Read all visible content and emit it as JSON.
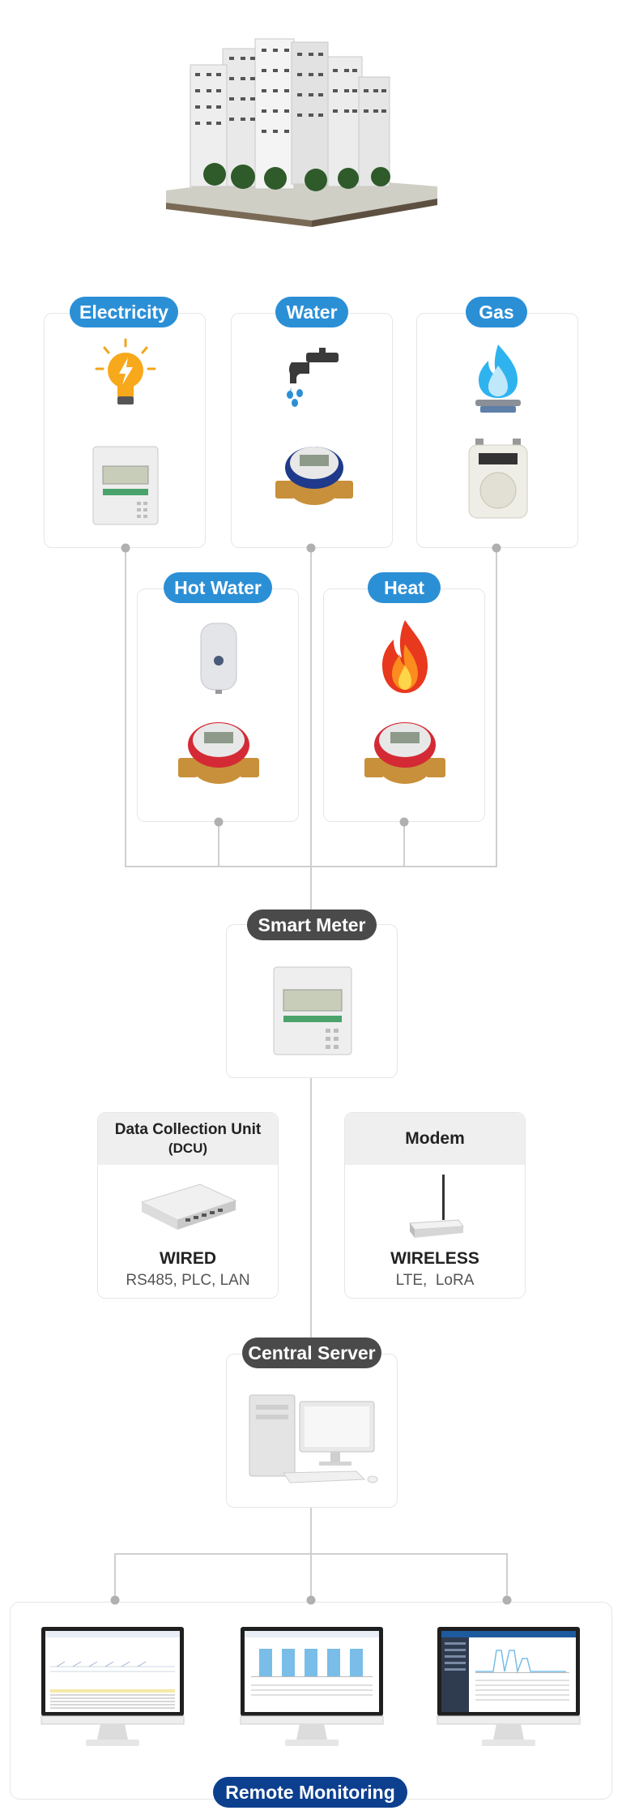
{
  "meters": {
    "electricity": "Electricity",
    "water": "Water",
    "gas": "Gas",
    "hot_water": "Hot Water",
    "heat": "Heat"
  },
  "smart_meter": {
    "label": "Smart Meter"
  },
  "dcu": {
    "title_line1": "Data Collection Unit",
    "title_line2": "(DCU)",
    "type": "WIRED",
    "protocols": "RS485, PLC, LAN"
  },
  "modem": {
    "title": "Modem",
    "type": "WIRELESS",
    "protocols": "LTE,  LoRA"
  },
  "server": {
    "label": "Central Server"
  },
  "monitoring": {
    "label": "Remote Monitoring"
  },
  "colors": {
    "pill_blue": "#2b8fd6",
    "pill_dark": "#4a4a4a",
    "pill_navy": "#0d3f8f",
    "line": "#cfcfcf"
  }
}
